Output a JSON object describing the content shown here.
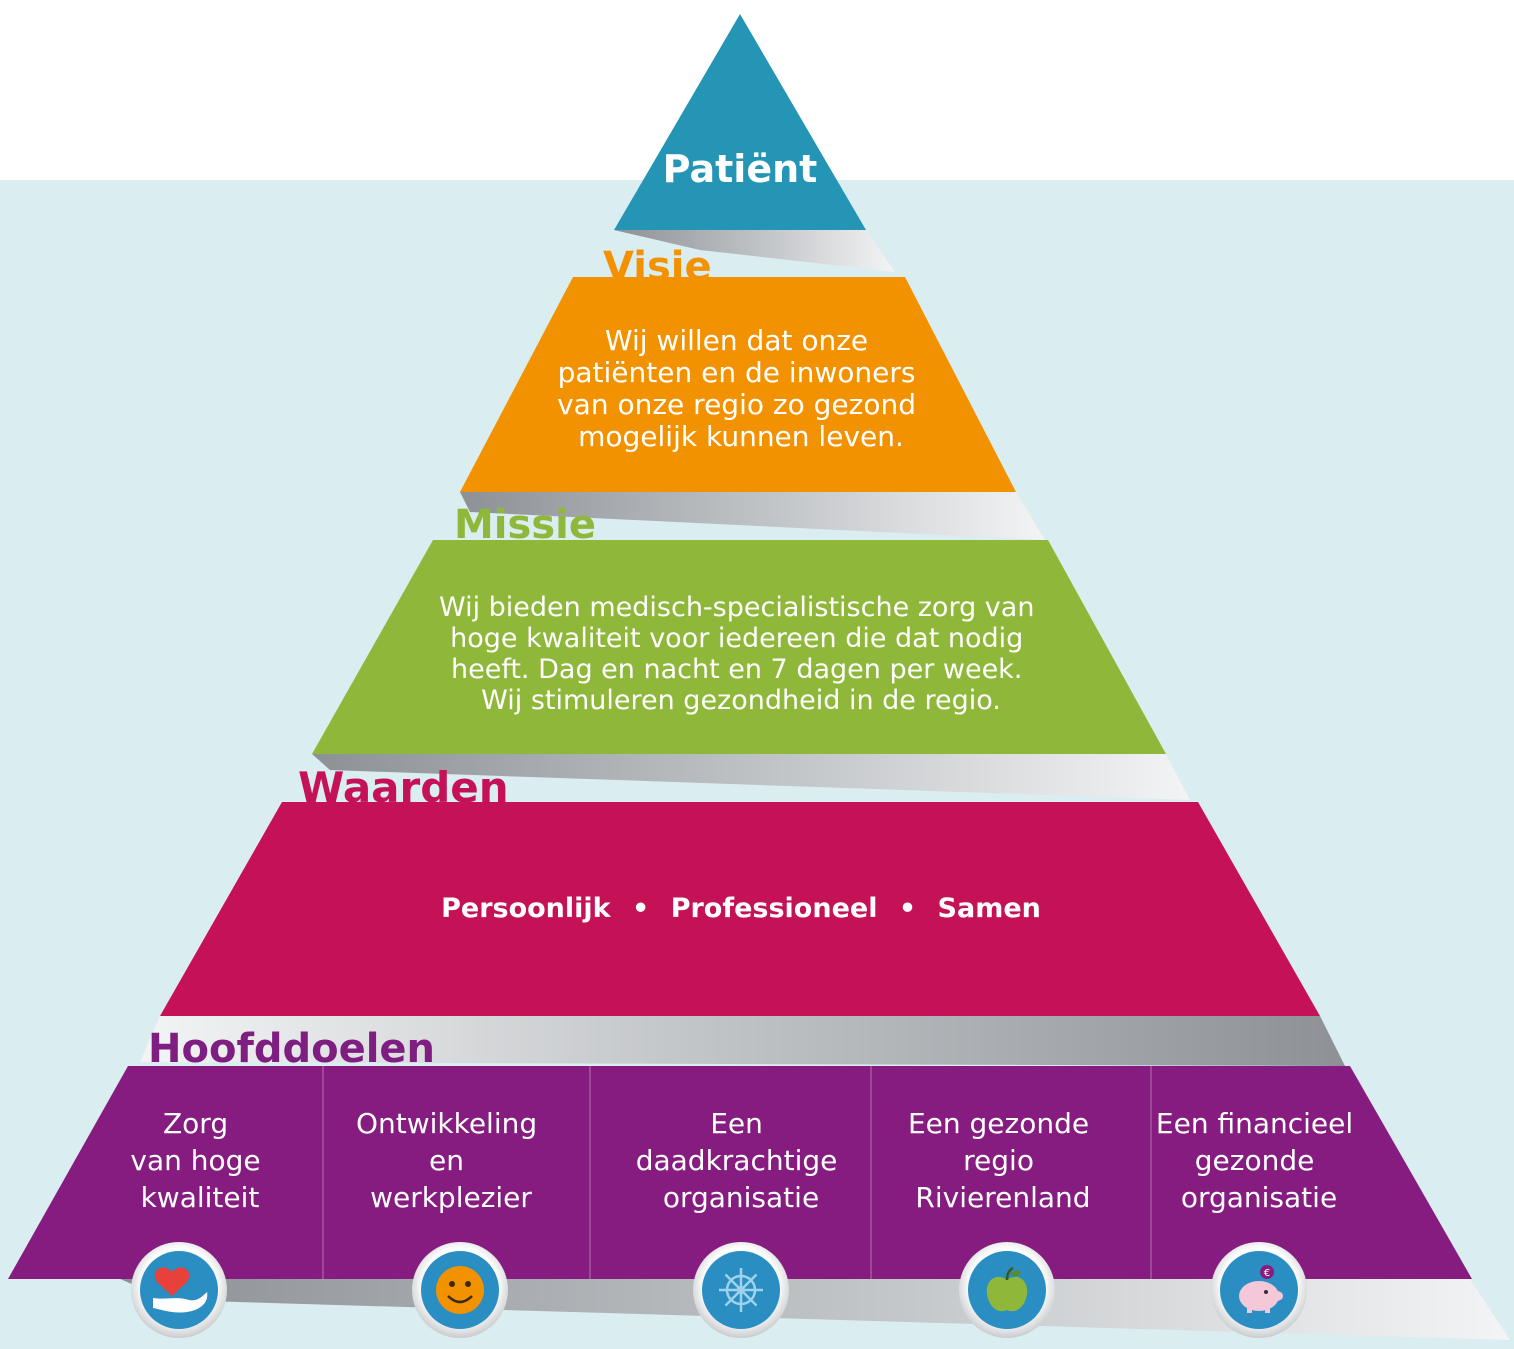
{
  "diagram": {
    "apex": {
      "label": "Patiënt",
      "color": "#2595b6"
    },
    "visie": {
      "label": "Visie",
      "label_color": "#f39200",
      "fill": "#f39200",
      "lines": [
        "Wij willen dat onze",
        "patiënten en de inwoners",
        "van onze regio zo gezond",
        "mogelijk kunnen leven."
      ]
    },
    "missie": {
      "label": "Missie",
      "label_color": "#8fb83a",
      "fill": "#8fb83a",
      "lines": [
        "Wij bieden medisch-specialistische zorg van",
        "hoge kwaliteit voor iedereen die dat nodig",
        "heeft. Dag en nacht en 7 dagen per week.",
        "Wij stimuleren gezondheid in de regio."
      ]
    },
    "waarden": {
      "label": "Waarden",
      "label_color": "#c51257",
      "fill": "#c51257",
      "values": [
        "Persoonlijk",
        "Professioneel",
        "Samen"
      ],
      "separator": "•"
    },
    "hoofddoelen": {
      "label": "Hoofddoelen",
      "label_color": "#7d1e80",
      "fill": "#861c80",
      "goals": [
        {
          "lines": [
            "Zorg",
            "van hoge",
            "kwaliteit"
          ],
          "icon": "heart-in-hand-icon"
        },
        {
          "lines": [
            "Ontwikkeling",
            "en",
            "werkplezier"
          ],
          "icon": "smiley-icon"
        },
        {
          "lines": [
            "Een",
            "daadkrachtige",
            "organisatie"
          ],
          "icon": "ship-wheel-icon"
        },
        {
          "lines": [
            "Een gezonde",
            "regio",
            "Rivierenland"
          ],
          "icon": "apple-icon"
        },
        {
          "lines": [
            "Een financieel",
            "gezonde",
            "organisatie"
          ],
          "icon": "piggy-bank-icon"
        }
      ]
    },
    "colors": {
      "background_band": "#daedf1",
      "shadow_light": "#f4f5f6",
      "shadow_dark": "#9a9ea3",
      "icon_circle": "#2b8ec2",
      "icon_ring": "#d7d9db"
    }
  }
}
